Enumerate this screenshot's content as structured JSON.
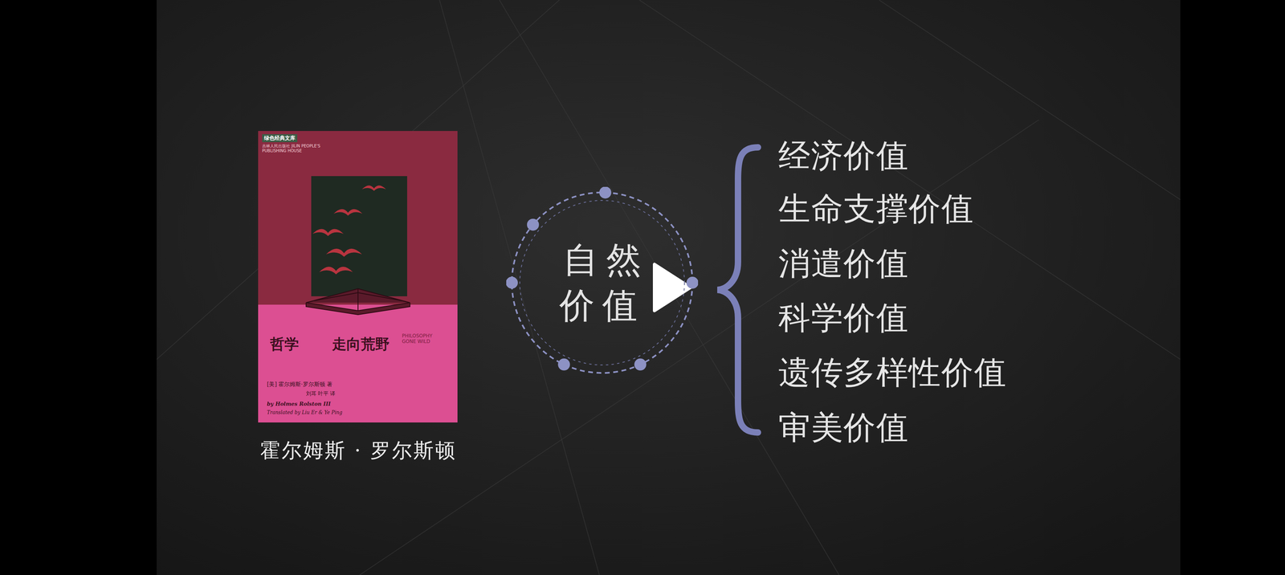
{
  "diagram": {
    "nodes": [
      {
        "text": [
          "绿色经典文库",
          "吉林人民出版社 JILIN PEOPLE'S PUBLISHING HOUSE",
          "哲学 走向荒野",
          "PHILOSOPHY GONE WILD",
          "[美] 霍尔姆斯·罗尔斯顿 著",
          "刘耳 叶平 译",
          "by Holmes Rolston III",
          "Translated by Liu Er & Ye Ping"
        ]
      },
      {
        "text": [
          "自然 价值"
        ]
      }
    ],
    "labels": [
      "霍尔姆斯 · 罗尔斯顿",
      "经济价值",
      "生命支撑价值",
      "消遣价值",
      "科学价值",
      "遗传多样性价值",
      "审美价值"
    ]
  }
}
